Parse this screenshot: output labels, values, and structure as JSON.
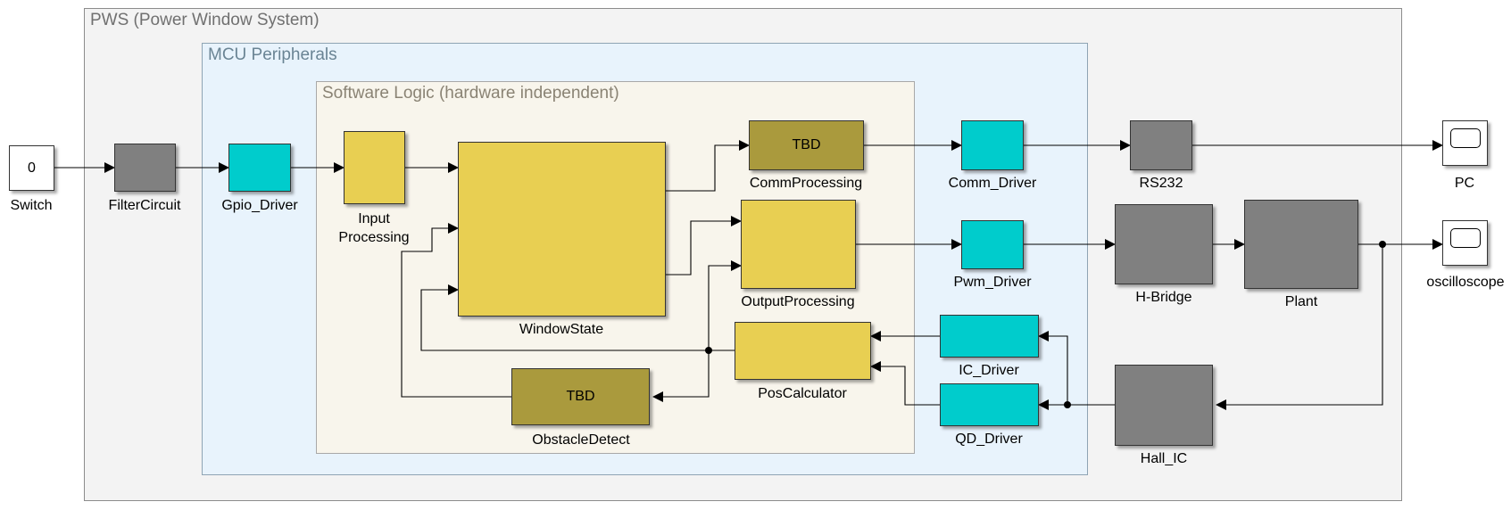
{
  "colors": {
    "pws_fill": "#f3f3f3",
    "pws_border": "#8c8c8c",
    "mcu_fill": "#e8f3fc",
    "mcu_border": "#8fa4b4",
    "sw_fill": "#f8f5ec",
    "sw_border": "#a8a8a8",
    "gray_block": "#808080",
    "cyan_block": "#00cccc",
    "yellow_block": "#e8cf52",
    "olive_block": "#aa9a3d",
    "white_block": "#ffffff",
    "wire": "#000000"
  },
  "subsystems": {
    "pws": "PWS (Power Window System)",
    "mcu": "MCU Peripherals",
    "software": "Software Logic (hardware independent)"
  },
  "blocks": {
    "switch": {
      "value": "0",
      "label": "Switch"
    },
    "filter_circuit": {
      "label": "FilterCircuit"
    },
    "gpio_driver": {
      "label": "Gpio_Driver"
    },
    "input_processing": {
      "label": "Input\nProcessing"
    },
    "window_state": {
      "label": "WindowState"
    },
    "comm_processing": {
      "text": "TBD",
      "label": "CommProcessing"
    },
    "output_processing": {
      "label": "OutputProcessing"
    },
    "pos_calculator": {
      "label": "PosCalculator"
    },
    "obstacle_detect": {
      "text": "TBD",
      "label": "ObstacleDetect"
    },
    "comm_driver": {
      "label": "Comm_Driver"
    },
    "pwm_driver": {
      "label": "Pwm_Driver"
    },
    "ic_driver": {
      "label": "IC_Driver"
    },
    "qd_driver": {
      "label": "QD_Driver"
    },
    "rs232": {
      "label": "RS232"
    },
    "h_bridge": {
      "label": "H-Bridge"
    },
    "plant": {
      "label": "Plant"
    },
    "hall_ic": {
      "label": "Hall_IC"
    },
    "pc": {
      "label": "PC"
    },
    "oscilloscope": {
      "label": "oscilloscope"
    }
  }
}
